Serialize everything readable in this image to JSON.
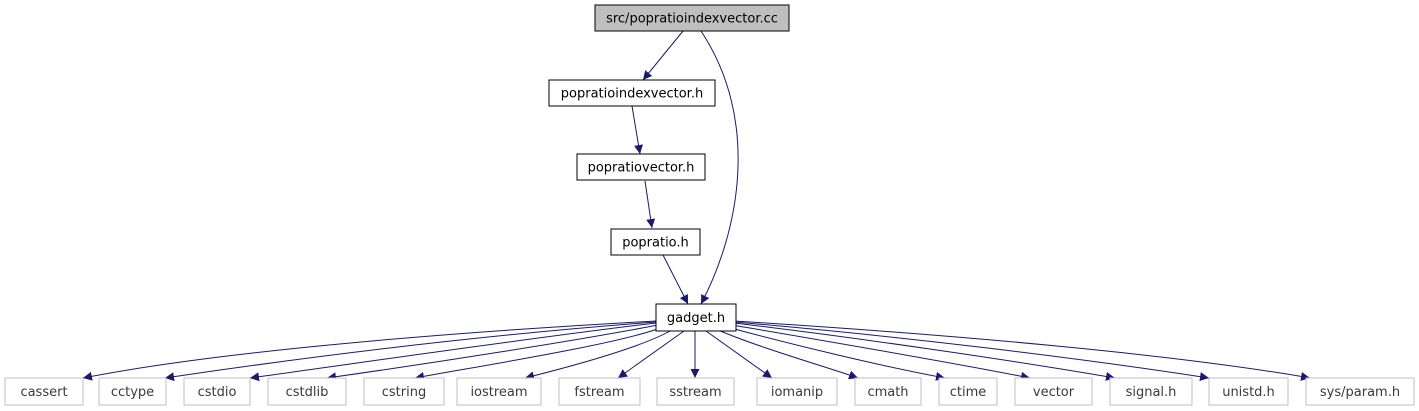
{
  "colors": {
    "edge": "#191970",
    "root_fill": "#bfbfbf",
    "node_border": "#000000",
    "system_border": "#bfbfbf",
    "background": "#ffffff"
  },
  "nodes": {
    "root": {
      "label": "src/popratioindexvector.cc",
      "kind": "root"
    },
    "popratioindexvector_h": {
      "label": "popratioindexvector.h",
      "kind": "local"
    },
    "popratiovector_h": {
      "label": "popratiovector.h",
      "kind": "local"
    },
    "popratio_h": {
      "label": "popratio.h",
      "kind": "local"
    },
    "gadget_h": {
      "label": "gadget.h",
      "kind": "local"
    },
    "cassert": {
      "label": "cassert",
      "kind": "system"
    },
    "cctype": {
      "label": "cctype",
      "kind": "system"
    },
    "cstdio": {
      "label": "cstdio",
      "kind": "system"
    },
    "cstdlib": {
      "label": "cstdlib",
      "kind": "system"
    },
    "cstring": {
      "label": "cstring",
      "kind": "system"
    },
    "iostream": {
      "label": "iostream",
      "kind": "system"
    },
    "fstream": {
      "label": "fstream",
      "kind": "system"
    },
    "sstream": {
      "label": "sstream",
      "kind": "system"
    },
    "iomanip": {
      "label": "iomanip",
      "kind": "system"
    },
    "cmath": {
      "label": "cmath",
      "kind": "system"
    },
    "ctime": {
      "label": "ctime",
      "kind": "system"
    },
    "vector": {
      "label": "vector",
      "kind": "system"
    },
    "signal_h": {
      "label": "signal.h",
      "kind": "system"
    },
    "unistd_h": {
      "label": "unistd.h",
      "kind": "system"
    },
    "sys_param_h": {
      "label": "sys/param.h",
      "kind": "system"
    }
  },
  "edges": [
    [
      "root",
      "popratioindexvector_h"
    ],
    [
      "root",
      "gadget_h"
    ],
    [
      "popratioindexvector_h",
      "popratiovector_h"
    ],
    [
      "popratiovector_h",
      "popratio_h"
    ],
    [
      "popratio_h",
      "gadget_h"
    ],
    [
      "gadget_h",
      "cassert"
    ],
    [
      "gadget_h",
      "cctype"
    ],
    [
      "gadget_h",
      "cstdio"
    ],
    [
      "gadget_h",
      "cstdlib"
    ],
    [
      "gadget_h",
      "cstring"
    ],
    [
      "gadget_h",
      "iostream"
    ],
    [
      "gadget_h",
      "fstream"
    ],
    [
      "gadget_h",
      "sstream"
    ],
    [
      "gadget_h",
      "iomanip"
    ],
    [
      "gadget_h",
      "cmath"
    ],
    [
      "gadget_h",
      "ctime"
    ],
    [
      "gadget_h",
      "vector"
    ],
    [
      "gadget_h",
      "signal_h"
    ],
    [
      "gadget_h",
      "unistd_h"
    ],
    [
      "gadget_h",
      "sys_param_h"
    ]
  ]
}
